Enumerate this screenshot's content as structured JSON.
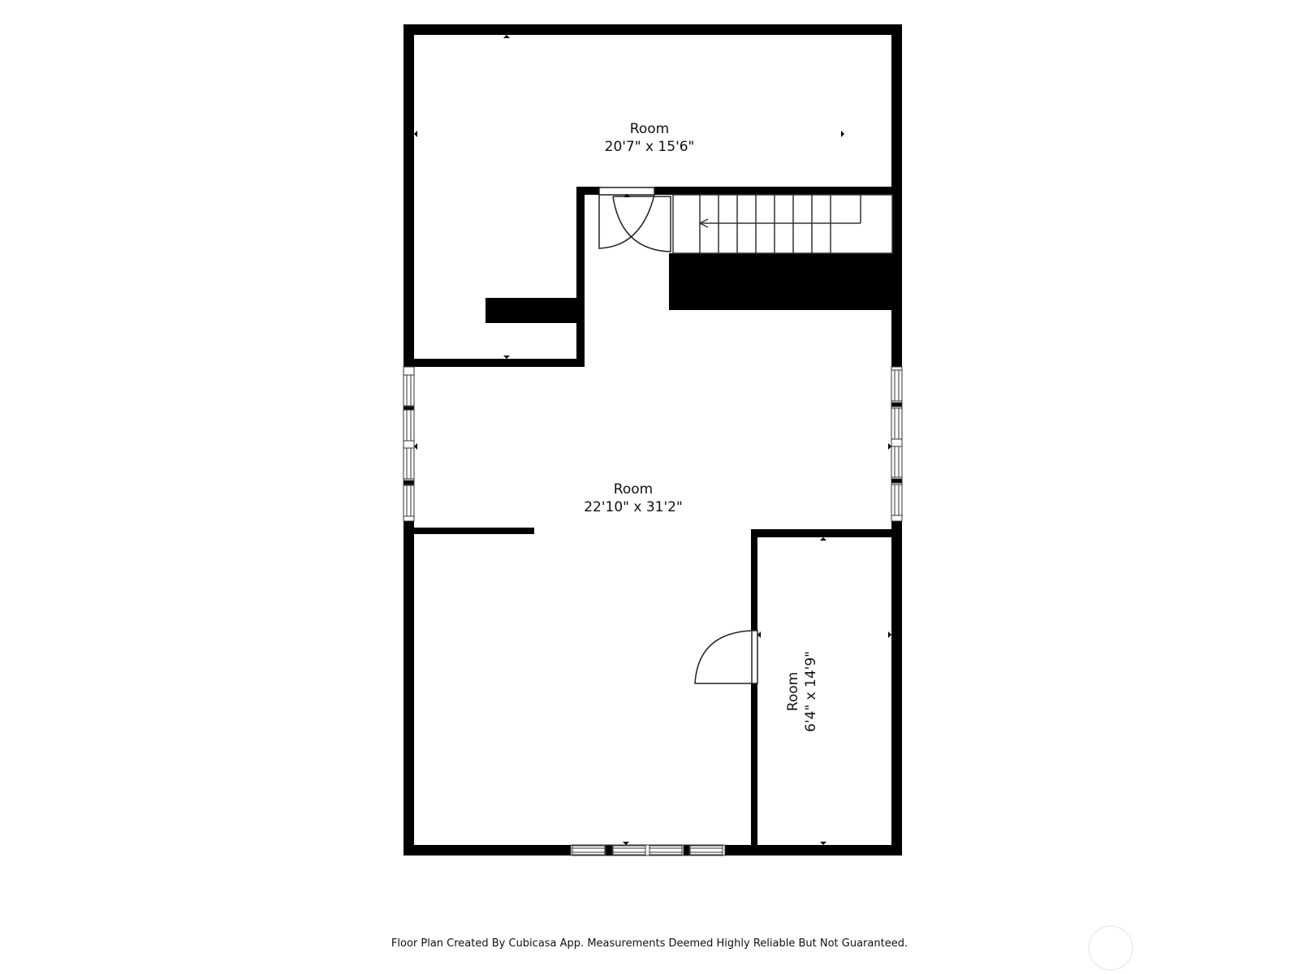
{
  "floor_plan": {
    "rooms": [
      {
        "id": "room-top",
        "name": "Room",
        "dimensions": "20'7\" x 15'6\""
      },
      {
        "id": "room-main",
        "name": "Room",
        "dimensions": "22'10\" x 31'2\""
      },
      {
        "id": "room-side",
        "name": "Room",
        "dimensions": "6'4\" x 14'9\""
      }
    ],
    "features": [
      "stairs",
      "double-door",
      "single-door",
      "windows-left",
      "windows-right",
      "windows-bottom"
    ]
  },
  "footer": {
    "disclaimer": "Floor Plan Created By Cubicasa App. Measurements Deemed Highly Reliable But Not Guaranteed."
  },
  "colors": {
    "wall": "#000000",
    "background": "#ffffff",
    "line": "#333333"
  }
}
